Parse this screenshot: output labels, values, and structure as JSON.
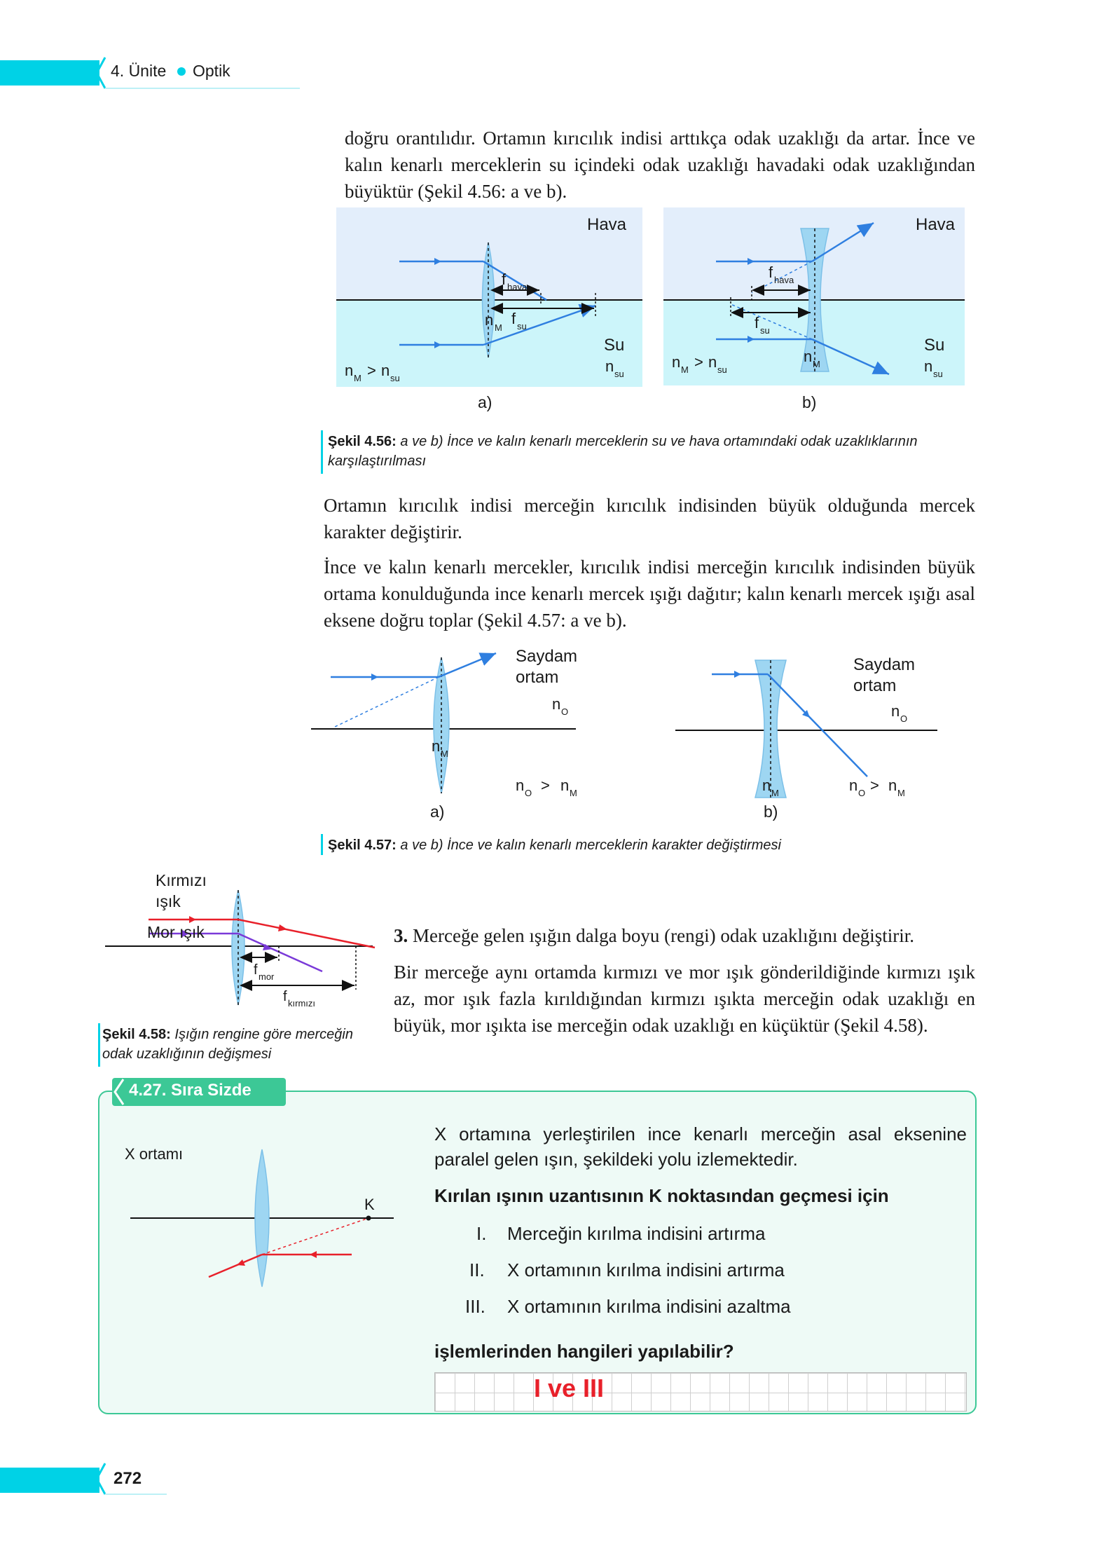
{
  "header": {
    "unit": "4. Ünite",
    "topic": "Optik"
  },
  "paragraphs": {
    "p1": "doğru orantılıdır. Ortamın kırıcılık indisi arttıkça odak uzaklığı da artar. İnce ve kalın kenarlı merceklerin su içindeki odak uzaklığı havadaki odak uzaklığından büyüktür (Şekil 4.56: a ve b).",
    "p2": "Ortamın kırıcılık indisi merceğin kırıcılık indisinden büyük olduğunda mercek karakter değiştirir.",
    "p3": "İnce ve kalın kenarlı mercekler, kırıcılık indisi merceğin kırıcılık indisinden büyük ortama konulduğunda ince kenarlı mercek ışığı dağıtır; kalın kenarlı mercek ışığı asal eksene doğru toplar (Şekil 4.57: a ve b).",
    "p4_number": "3.",
    "p4_head": "Merceğe gelen ışığın dalga boyu (rengi) odak uzaklığını değiştirir.",
    "p5": "Bir merceğe aynı ortamda kırmızı ve mor ışık gönderildiğinde kırmızı ışık az, mor ışık fazla kırıldığından kırmızı ışıkta merceğin odak uzaklığı en büyük, mor ışıkta ise merceğin odak uzaklığı en küçüktür (Şekil 4.58)."
  },
  "fig456": {
    "hava": "Hava",
    "su": "Su",
    "n": "n",
    "f": "f",
    "sub_hava": "hava",
    "sub_su": "su",
    "sub_M": "M",
    "gt": ">",
    "label_a": "a)",
    "label_b": "b)",
    "caption_bold": "Şekil 4.56:",
    "caption_text": "a ve b) İnce ve kalın kenarlı merceklerin su ve hava ortamındaki odak uzaklıklarının karşılaştırılması"
  },
  "fig457": {
    "saydam": "Saydam",
    "ortam": "ortam",
    "n": "n",
    "sub_O": "O",
    "sub_M": "M",
    "gt": ">",
    "label_a": "a)",
    "label_b": "b)",
    "caption_bold": "Şekil 4.57:",
    "caption_text": "a ve b) İnce ve kalın kenarlı merceklerin karakter değiştirmesi"
  },
  "fig458": {
    "kirmizi": "Kırmızı",
    "isik": "ışık",
    "mor_isik": "Mor ışık",
    "f": "f",
    "sub_mor": "mor",
    "sub_kirmizi": "kırmızı",
    "caption_bold": "Şekil 4.58:",
    "caption_text": "Işığın rengine göre merceğin odak uzaklığının değişmesi"
  },
  "exercise": {
    "title": "4.27. Sıra Sizde",
    "x_ortami": "X ortamı",
    "k_label": "K",
    "question": "X ortamına yerleştirilen ince kenarlı merceğin asal eksenine paralel gelen ışın, şekildeki yolu izlemektedir.",
    "bold_question": "Kırılan ışının uzantısının K noktasından geçmesi için",
    "options": [
      {
        "num": "I.",
        "text": "Merceğin kırılma indisini artırma"
      },
      {
        "num": "II.",
        "text": "X ortamının kırılma indisini artırma"
      },
      {
        "num": "III.",
        "text": "X ortamının kırılma indisini azaltma"
      }
    ],
    "closing": "işlemlerinden hangileri yapılabilir?",
    "answer": "I ve III"
  },
  "page_number": "272",
  "colors": {
    "cyan": "#00d2e6",
    "arrow_blue": "#2f7fe0",
    "red": "#e8202a",
    "purple": "#7a3ad8",
    "green": "#3cc896",
    "water": "#ccf5fa",
    "air": "#e6f0fb",
    "lens": "#9ed6f2"
  }
}
